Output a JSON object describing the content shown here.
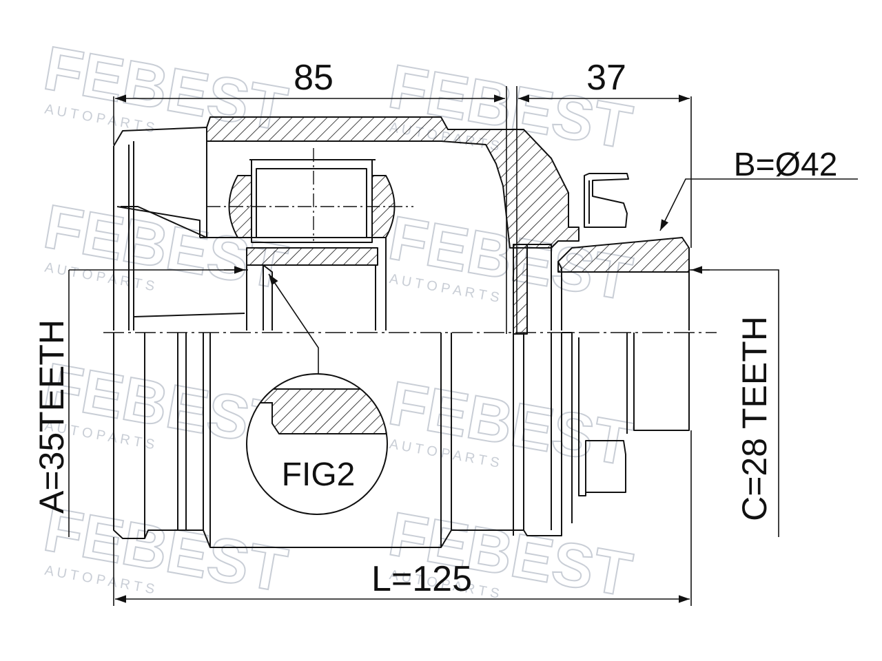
{
  "dimensions": {
    "length_85": "85",
    "length_37": "37",
    "diameter_b": "B=Ø42",
    "teeth_a": "A=35TEETH",
    "teeth_c": "C=28 TEETH",
    "length_l": "L=125"
  },
  "detail_label": "FIG2",
  "watermark": {
    "brand": "FEBEST",
    "tagline": "A U T O   P A R T S"
  },
  "colors": {
    "line": "#111111",
    "watermark": "#c9ced6",
    "background": "#ffffff"
  }
}
